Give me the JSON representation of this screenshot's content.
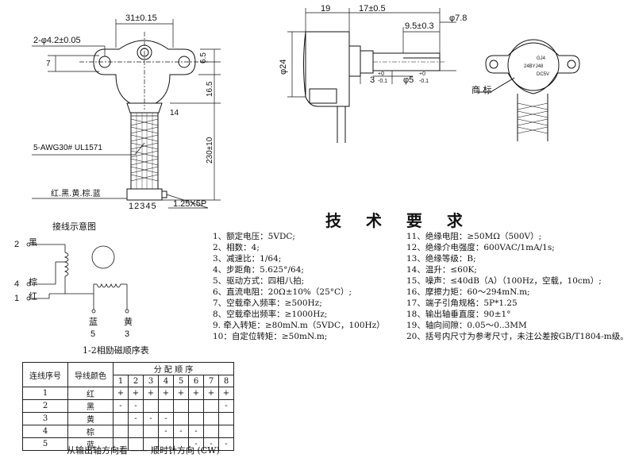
{
  "drawing": {
    "front_view": {
      "dim_top": "31±0.15",
      "hole_dim": "2-φ4.2±0.05",
      "dim_7": "7",
      "dim_6_5": "6.5",
      "dim_16_5": "16.5",
      "dim_14": "14",
      "dim_230": "230±10",
      "wire_spec": "5-AWG30# UL1571",
      "connector_spec": "1.25X5P",
      "wire_colors": "红.黑.黄.棕.蓝",
      "pin_numbers": "12345"
    },
    "side_view": {
      "dim_19": "19",
      "dim_17": "17±0.5",
      "dim_dia78": "φ7.8",
      "dim_9_5": "9.5±0.3",
      "dim_dia24": "φ24",
      "dim_3": "3",
      "dim_3_tol_upper": "+0",
      "dim_3_tol_lower": "-0.1",
      "dim_dia5": "φ5",
      "dim_dia5_tol_upper": "+0",
      "dim_dia5_tol_lower": "-0.1"
    },
    "label_view": {
      "trademark_label": "商 标",
      "motor_model": "24BYJ48",
      "motor_voltage": "DC5V",
      "motor_code": "GJ4"
    }
  },
  "wiring": {
    "title": "接线示意图",
    "wires": [
      {
        "num": "2",
        "color": "黑"
      },
      {
        "num": "4",
        "color": "棕"
      },
      {
        "num": "1",
        "color": "红"
      },
      {
        "num": "5",
        "color": "蓝"
      },
      {
        "num": "3",
        "color": "黄"
      }
    ],
    "sequence_title": "1-2相励磁顺序表"
  },
  "sequence_table": {
    "header_conn": "连线序号",
    "header_color": "导线颜色",
    "header_dist": "分 配 顺 序",
    "steps": [
      "1",
      "2",
      "3",
      "4",
      "5",
      "6",
      "7",
      "8"
    ],
    "rows": [
      {
        "num": "1",
        "color": "红",
        "cells": [
          "+",
          "+",
          "+",
          "+",
          "+",
          "+",
          "+",
          "+"
        ]
      },
      {
        "num": "2",
        "color": "黑",
        "cells": [
          "-",
          "-",
          "",
          "",
          "",
          "",
          "",
          "-"
        ]
      },
      {
        "num": "3",
        "color": "黄",
        "cells": [
          "",
          "-",
          "-",
          "-",
          "",
          "",
          "",
          ""
        ]
      },
      {
        "num": "4",
        "color": "棕",
        "cells": [
          "",
          "",
          "",
          "-",
          "-",
          "-",
          "",
          ""
        ]
      },
      {
        "num": "5",
        "color": "蓝",
        "cells": [
          "",
          "",
          "",
          "",
          "",
          "-",
          "-",
          "-"
        ]
      }
    ],
    "direction_note": "从输出轴方向看 —— 顺时针方向 (CW)"
  },
  "specs": {
    "title": "技 术 要 求",
    "left": [
      "1、额定电压：5VDC;",
      "2、相数：4;",
      "3、减速比：1/64;",
      "4、步距角：5.625°/64;",
      "5、驱动方式：四相八拍;",
      "6、直流电阻：20Ω±10%（25°C）;",
      "7、空载牵入频率：≥500Hz;",
      "8、空载牵出频率：≥1000Hz;",
      "9. 牵入转矩：≥80mN.m（5VDC，100Hz）",
      "10：自定位转矩：≥50mN.m;"
    ],
    "right": [
      "11、绝缘电阻：≥50MΩ（500V）;",
      "12、绝缘介电强度：600VAC/1mA/1s;",
      "13、绝缘等级：B;",
      "14、温升：≤60K;",
      "15、噪声：≤40dB（A）（100Hz，空载，10cm）;",
      "16、摩擦力矩：60～294mN.m;",
      "17、端子引角规格：5P*1.25",
      "18、输出轴垂直度：90±1°",
      "19、轴向间隙：0.05～0..3MM",
      "20、括号内尺寸为参考尺寸，未注公差按GB/T1804-m级。"
    ]
  }
}
